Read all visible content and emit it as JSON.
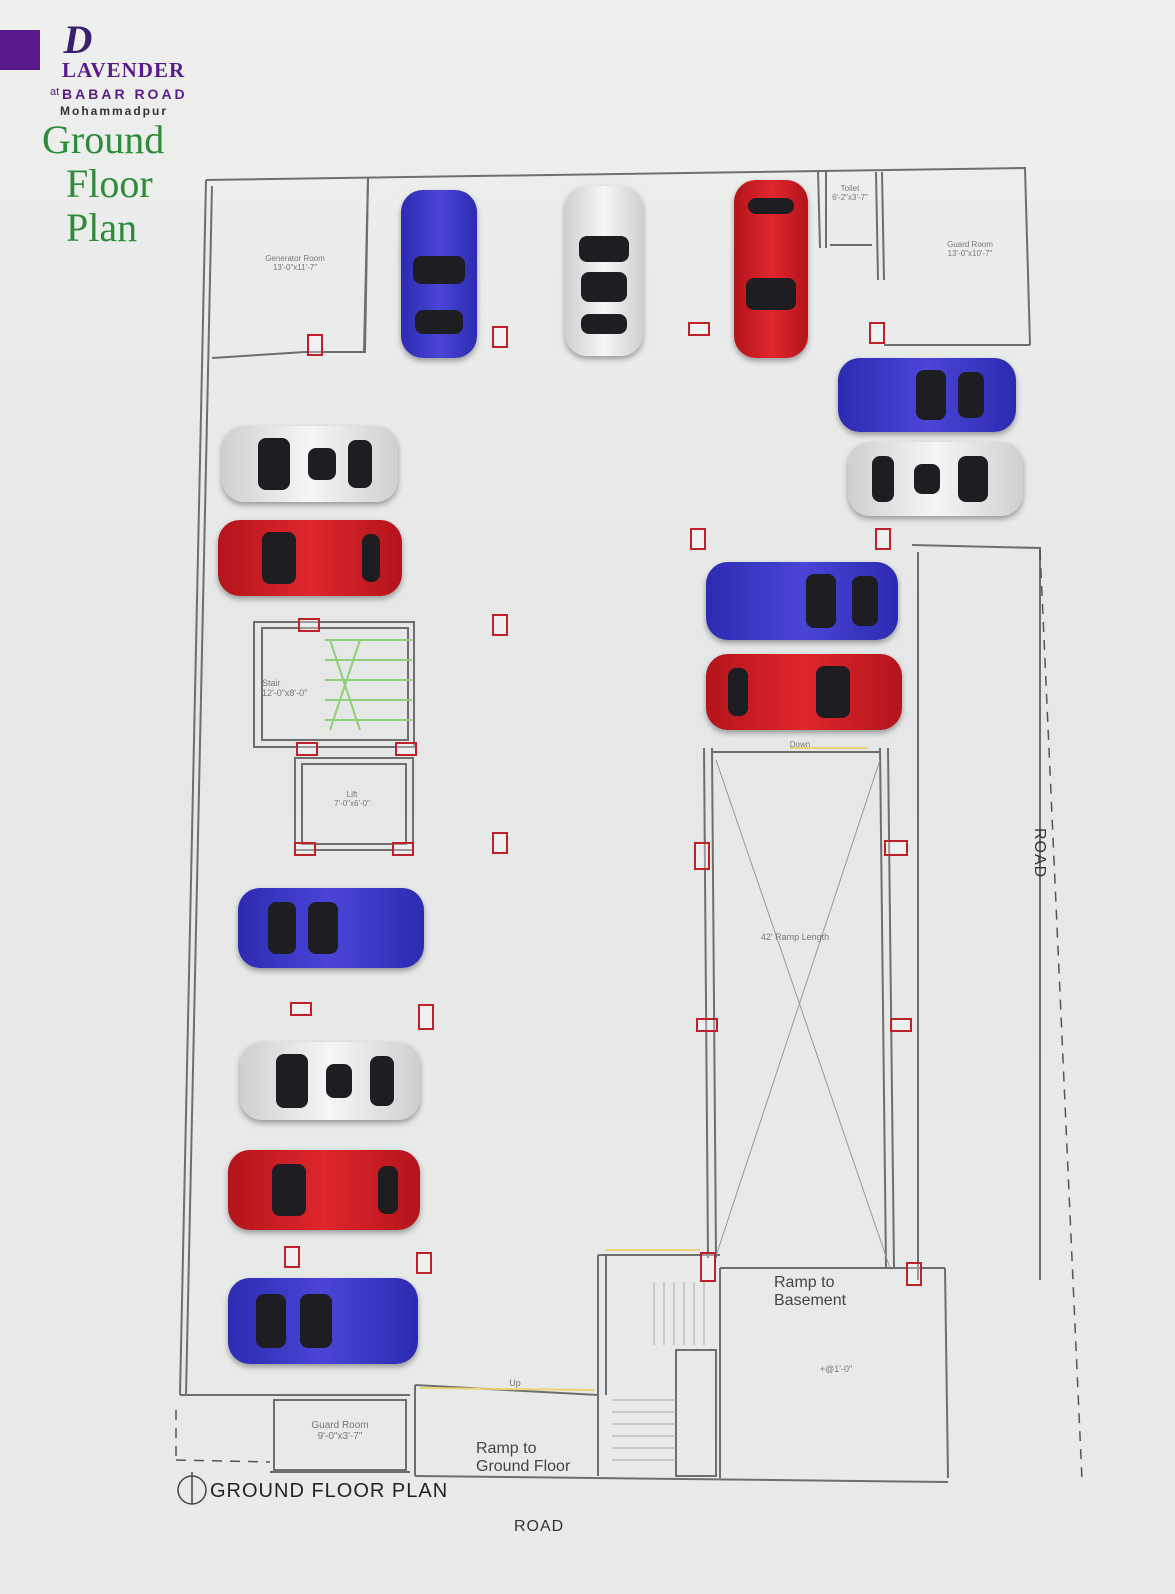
{
  "brand": {
    "logo_letter": "D",
    "name": "LAVENDER",
    "at": "at",
    "road": "BABAR ROAD",
    "location": "Mohammadpur"
  },
  "title": {
    "line1": "Ground",
    "line2": "Floor",
    "line3": "Plan"
  },
  "rooms": {
    "generator_room": "Generator Room",
    "generator_size": "13'-0\"x11'-7\"",
    "toilet": "Toilet",
    "toilet_size": "6'-2\"x3'-7\"",
    "guard_room_top": "Guard Room",
    "guard_room_top_size": "13'-0\"x10'-7\"",
    "stair": "Stair",
    "stair_size": "12'-0\"x8'-0\"",
    "lift": "Lift",
    "lift_size": "7'-0\"x6'-0\"",
    "guard_room_bottom": "Guard Room",
    "guard_room_bottom_size": "9'-0\"x3'-7\""
  },
  "labels": {
    "down": "Down",
    "ramp_length": "42' Ramp Length",
    "ramp_to_basement_1": "Ramp to",
    "ramp_to_basement_2": "Basement",
    "level": "+@1'-0\"",
    "up": "Up",
    "ramp_to_ground_1": "Ramp to",
    "ramp_to_ground_2": "Ground Floor",
    "caption": "GROUND FLOOR PLAN",
    "road_bottom": "ROAD",
    "road_right": "ROAD"
  },
  "colors": {
    "title_green": "#2e8b3a",
    "brand_purple": "#5b1a8c",
    "column_red": "#c0202a",
    "car_blue": "#3a37c8",
    "car_red": "#d11f27",
    "car_white": "#eeeeee"
  },
  "cars": [
    {
      "id": "car-1",
      "color": "blue",
      "orientation": "vertical"
    },
    {
      "id": "car-2",
      "color": "white",
      "orientation": "vertical"
    },
    {
      "id": "car-3",
      "color": "red",
      "orientation": "vertical"
    },
    {
      "id": "car-4",
      "color": "blue",
      "orientation": "horizontal"
    },
    {
      "id": "car-5",
      "color": "white",
      "orientation": "horizontal"
    },
    {
      "id": "car-6",
      "color": "white",
      "orientation": "horizontal"
    },
    {
      "id": "car-7",
      "color": "red",
      "orientation": "horizontal"
    },
    {
      "id": "car-8",
      "color": "blue",
      "orientation": "horizontal"
    },
    {
      "id": "car-9",
      "color": "red",
      "orientation": "horizontal"
    },
    {
      "id": "car-10",
      "color": "blue",
      "orientation": "horizontal"
    },
    {
      "id": "car-11",
      "color": "white",
      "orientation": "horizontal"
    },
    {
      "id": "car-12",
      "color": "red",
      "orientation": "horizontal"
    },
    {
      "id": "car-13",
      "color": "blue",
      "orientation": "horizontal"
    }
  ]
}
